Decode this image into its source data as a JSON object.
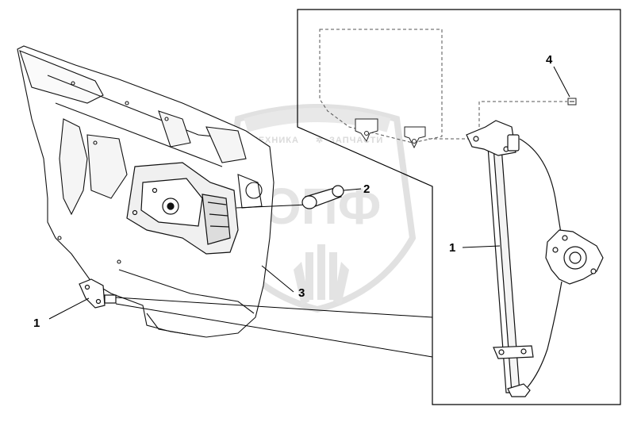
{
  "diagram": {
    "callouts": {
      "c1_left": "1",
      "c1_right": "1",
      "c2": "2",
      "c3": "3",
      "c4": "4"
    },
    "watermark": {
      "arc_text_left": "ТЕХНИКА",
      "arc_text_right": "ЗАПЧАСТИ",
      "monogram": "ОПФ"
    }
  }
}
